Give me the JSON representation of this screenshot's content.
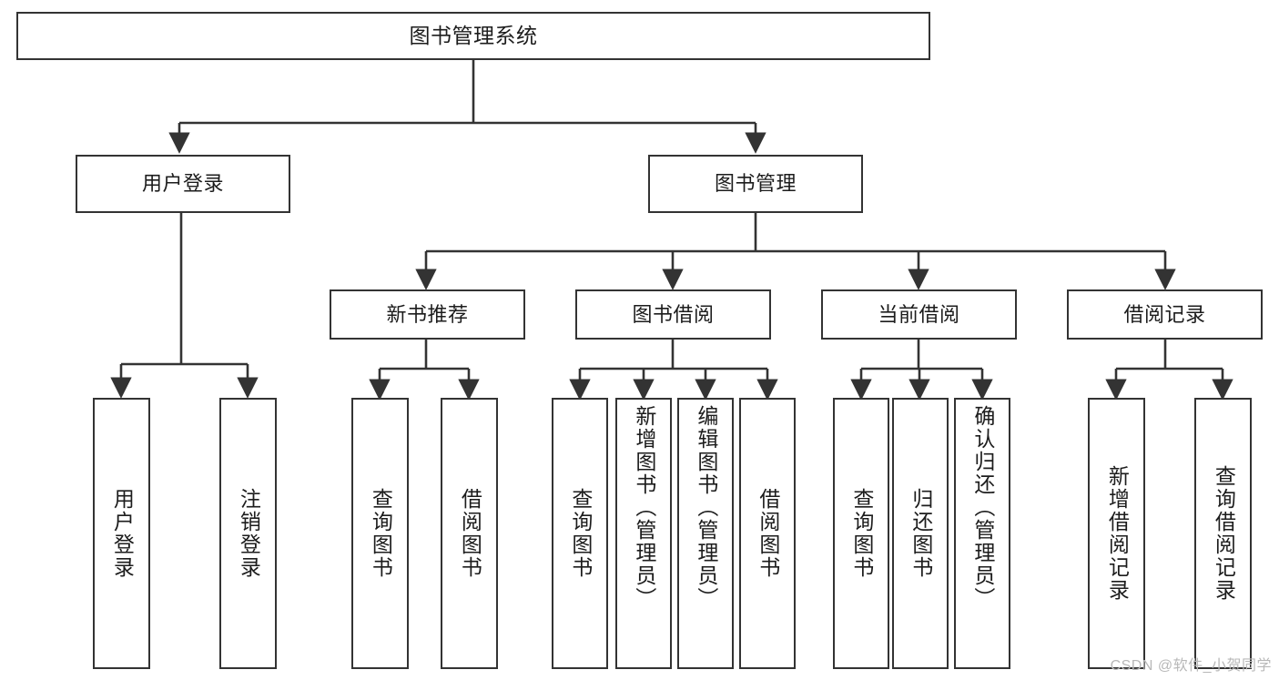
{
  "diagram": {
    "title": "图书管理系统",
    "type": "tree-hierarchy",
    "colors": {
      "box_border": "#333333",
      "box_fill": "#ffffff",
      "edge": "#333333",
      "text": "#1c1c1c",
      "watermark": "#b8b8b8"
    },
    "root": {
      "label": "图书管理系统"
    },
    "level2": [
      {
        "label": "用户登录"
      },
      {
        "label": "图书管理"
      }
    ],
    "level3": [
      {
        "label": "新书推荐"
      },
      {
        "label": "图书借阅"
      },
      {
        "label": "当前借阅"
      },
      {
        "label": "借阅记录"
      }
    ],
    "leaves": {
      "user_login": [
        {
          "label": "用户登录"
        },
        {
          "label": "注销登录"
        }
      ],
      "new_book_recommend": [
        {
          "label": "查询图书"
        },
        {
          "label": "借阅图书"
        }
      ],
      "book_borrow": [
        {
          "label": "查询图书"
        },
        {
          "label": "新增图书（管理员）"
        },
        {
          "label": "编辑图书（管理员）"
        },
        {
          "label": "借阅图书"
        }
      ],
      "current_borrow": [
        {
          "label": "查询图书"
        },
        {
          "label": "归还图书"
        },
        {
          "label": "确认归还（管理员）"
        }
      ],
      "borrow_record": [
        {
          "label": "新增借阅记录"
        },
        {
          "label": "查询借阅记录"
        }
      ]
    }
  },
  "watermark": {
    "text": "CSDN @软件_小贺同学"
  }
}
